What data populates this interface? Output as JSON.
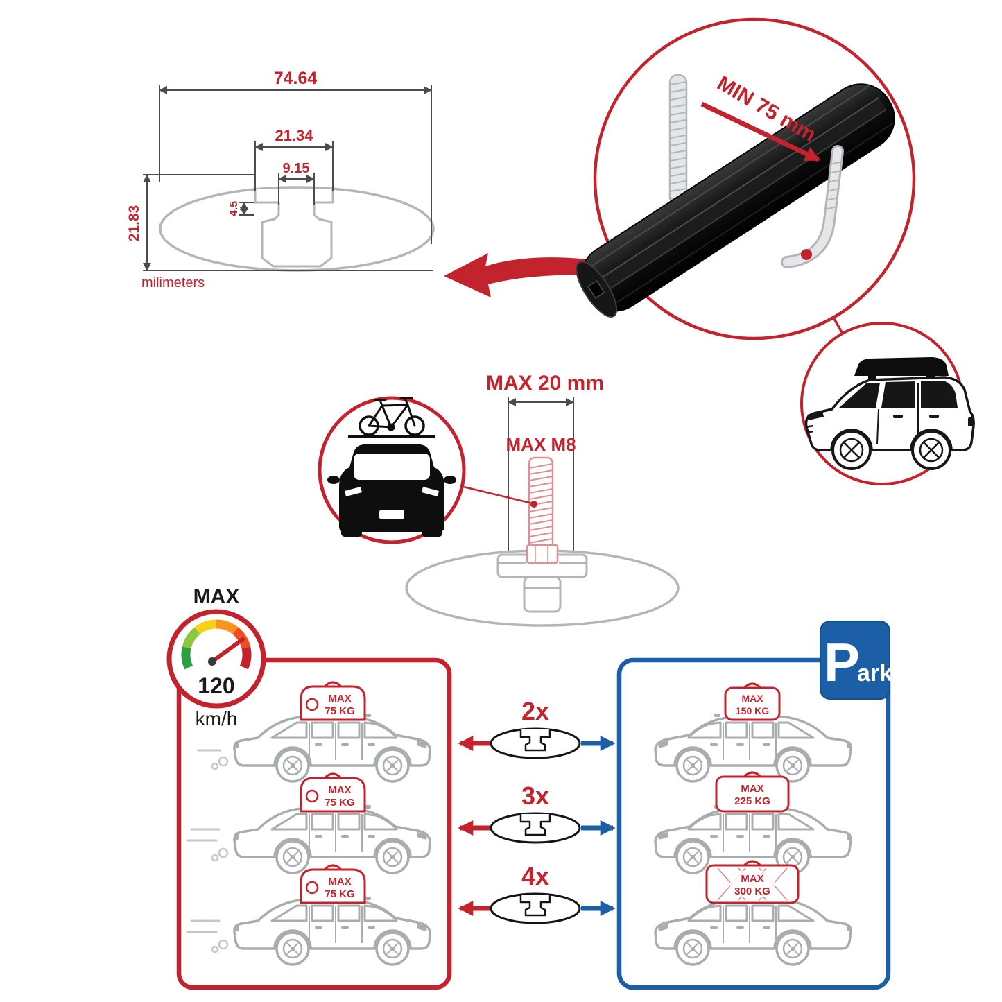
{
  "colors": {
    "accent_red": "#c2232d",
    "accent_blue": "#1d5fa7",
    "drawing_gray": "#b3b6b8",
    "bar_black": "#0d0d0d"
  },
  "profile_drawing": {
    "width_total": "74.64",
    "channel_width": "21.34",
    "slot_width": "9.15",
    "slot_depth": "4.5",
    "height_total": "21.83",
    "units": "milimeters"
  },
  "clamp_detail": {
    "min_label": "MIN 75 mm"
  },
  "bolt_detail": {
    "max_length": "MAX 20 mm",
    "max_thread": "MAX M8"
  },
  "speed_limit": {
    "label": "MAX",
    "value": "120",
    "unit": "km/h"
  },
  "park_sign": {
    "letter": "P",
    "rest": "ark"
  },
  "driving_panel": {
    "loads": [
      {
        "label": "MAX",
        "weight": "75 KG"
      },
      {
        "label": "MAX",
        "weight": "75 KG"
      },
      {
        "label": "MAX",
        "weight": "75 KG"
      }
    ]
  },
  "bar_counts": [
    {
      "count": "2x"
    },
    {
      "count": "3x"
    },
    {
      "count": "4x"
    }
  ],
  "parked_panel": {
    "loads": [
      {
        "label": "MAX",
        "weight": "150 KG"
      },
      {
        "label": "MAX",
        "weight": "225 KG"
      },
      {
        "label": "MAX",
        "weight": "300 KG"
      }
    ]
  }
}
